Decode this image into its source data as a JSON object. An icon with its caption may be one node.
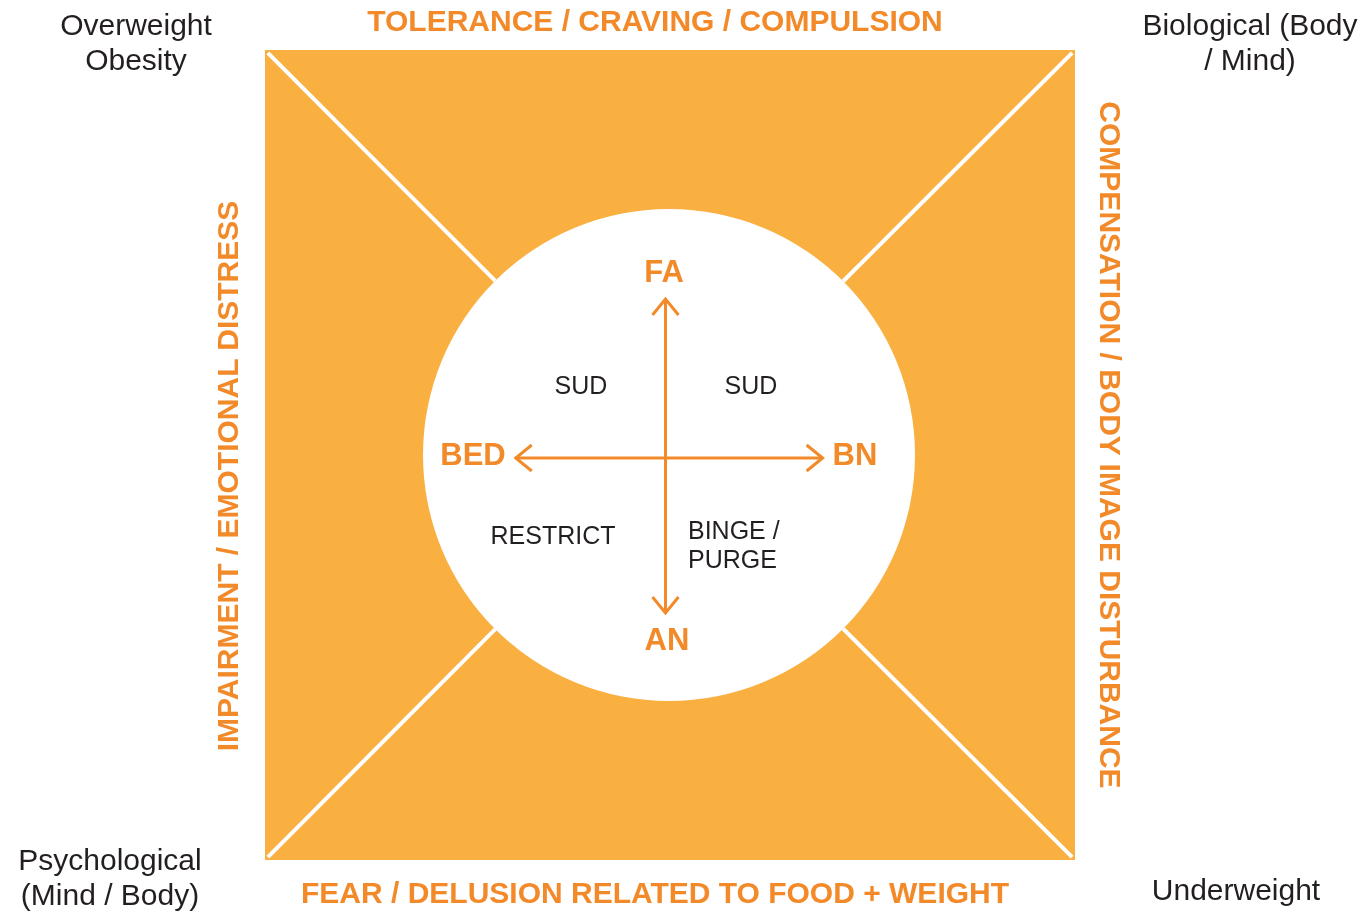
{
  "diagram": {
    "nodes": [
      {
        "text": [
          "FA"
        ]
      },
      {
        "text": [
          "BED"
        ]
      },
      {
        "text": [
          "BN"
        ]
      },
      {
        "text": [
          "AN"
        ]
      }
    ],
    "edges": [
      {
        "from": 1,
        "to": 2,
        "arrow": "both"
      },
      {
        "from": 0,
        "to": 3,
        "arrow": "both"
      }
    ],
    "labels": [
      "Overweight Obesity",
      "TOLERANCE / CRAVING / COMPULSION",
      "Biological (Body / Mind)",
      "IMPAIRMENT / EMOTIONAL DISTRESS",
      "SUD",
      "SUD",
      "COMPENSATION / BODY IMAGE DISTURBANCE",
      "RESTRICT",
      "BINGE / PURGE",
      "Psychological (Mind / Body)",
      "FEAR / DELUSION RELATED TO FOOD + WEIGHT",
      "Underweight"
    ]
  }
}
